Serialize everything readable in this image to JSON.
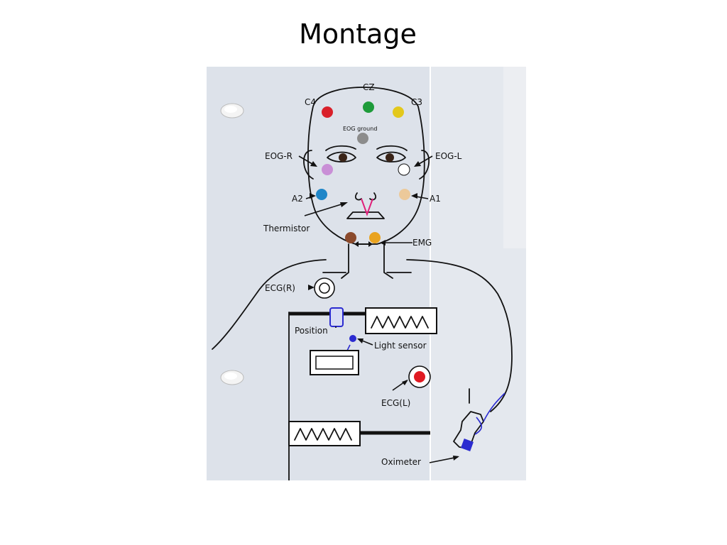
{
  "title": "Montage",
  "labels": {
    "cz": "CZ",
    "c4": "C4",
    "c3": "C3",
    "eog_ground": "EOG ground",
    "eog_r": "EOG-R",
    "eog_l": "EOG-L",
    "a2": "A2",
    "a1": "A1",
    "thermistor": "Thermistor",
    "emg": "EMG",
    "ecg_r": "ECG(R)",
    "position": "Position",
    "light_sensor": "Light sensor",
    "ecg_l": "ECG(L)",
    "oximeter": "Oximeter"
  },
  "electrode_colors": {
    "cz": "#1e9b3a",
    "c4": "#d9202a",
    "c3": "#e3c81c",
    "eog_ground": "#8c8c8c",
    "eog_r": "#c98fd6",
    "eog_l": "#ffffff",
    "a2": "#1f86c8",
    "a1": "#ecc99a",
    "emg_left": "#8b4a2c",
    "emg_right": "#e9a320",
    "ecg_l": "#e01a22",
    "position_sensor": "#2b2bd0",
    "thermistor": "#e0207a"
  }
}
